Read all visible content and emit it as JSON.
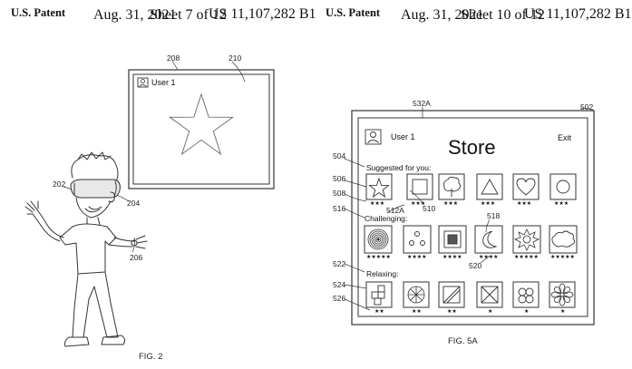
{
  "left_sheet": {
    "header": {
      "patent": "U.S. Patent",
      "date": "Aug. 31, 2021",
      "sheet": "Sheet 7 of 12",
      "number": "US 11,107,282 B1"
    },
    "figure_label": "FIG. 2",
    "refs": {
      "display": "208",
      "screen": "210",
      "user": "202",
      "headset": "204",
      "controller": "206"
    },
    "display": {
      "user_label": "User 1",
      "user_icon": "user-avatar-icon",
      "content_icon": "star-outline-icon"
    }
  },
  "right_sheet": {
    "header": {
      "patent": "U.S. Patent",
      "date": "Aug. 31, 2021",
      "sheet": "Sheet 10 of 12",
      "number": "US 11,107,282 B1"
    },
    "figure_label": "FIG. 5A",
    "refs": {
      "header_area": "532A",
      "store": "502",
      "suggested": "504",
      "row1_item": "506",
      "row1_rating": "508",
      "rating_a": "512A",
      "item_ref": "510",
      "challenging": "516",
      "moon": "518",
      "rating_b": "520",
      "relaxing": "522",
      "row3_item": "524",
      "row3_rating": "526"
    },
    "store": {
      "user_label": "User 1",
      "user_icon": "user-avatar-icon",
      "title": "Store",
      "exit_label": "Exit",
      "sections": [
        {
          "label": "Suggested for you:",
          "items": [
            {
              "icon": "star-icon",
              "rating": "★★★"
            },
            {
              "icon": "square-icon",
              "rating": "★★★"
            },
            {
              "icon": "tree-icon",
              "rating": "★★★"
            },
            {
              "icon": "triangle-icon",
              "rating": "★★★"
            },
            {
              "icon": "heart-icon",
              "rating": "★★★"
            },
            {
              "icon": "circle-icon",
              "rating": "★★★"
            }
          ]
        },
        {
          "label": "Challenging:",
          "items": [
            {
              "icon": "spiral-icon",
              "rating": "★★★★★"
            },
            {
              "icon": "three-dots-icon",
              "rating": "★★★★"
            },
            {
              "icon": "nested-square-icon",
              "rating": "★★★★"
            },
            {
              "icon": "moon-icon",
              "rating": "★★★★"
            },
            {
              "icon": "starburst-icon",
              "rating": "★★★★★"
            },
            {
              "icon": "cloud-icon",
              "rating": "★★★★★"
            }
          ]
        },
        {
          "label": "Relaxing:",
          "items": [
            {
              "icon": "blocks-icon",
              "rating": "★★"
            },
            {
              "icon": "pinwheel-circle-icon",
              "rating": "★★"
            },
            {
              "icon": "diagonal-square-icon",
              "rating": "★★"
            },
            {
              "icon": "crossed-box-icon",
              "rating": "★"
            },
            {
              "icon": "clover-icon",
              "rating": "★"
            },
            {
              "icon": "flower-icon",
              "rating": "★"
            }
          ]
        }
      ]
    }
  }
}
